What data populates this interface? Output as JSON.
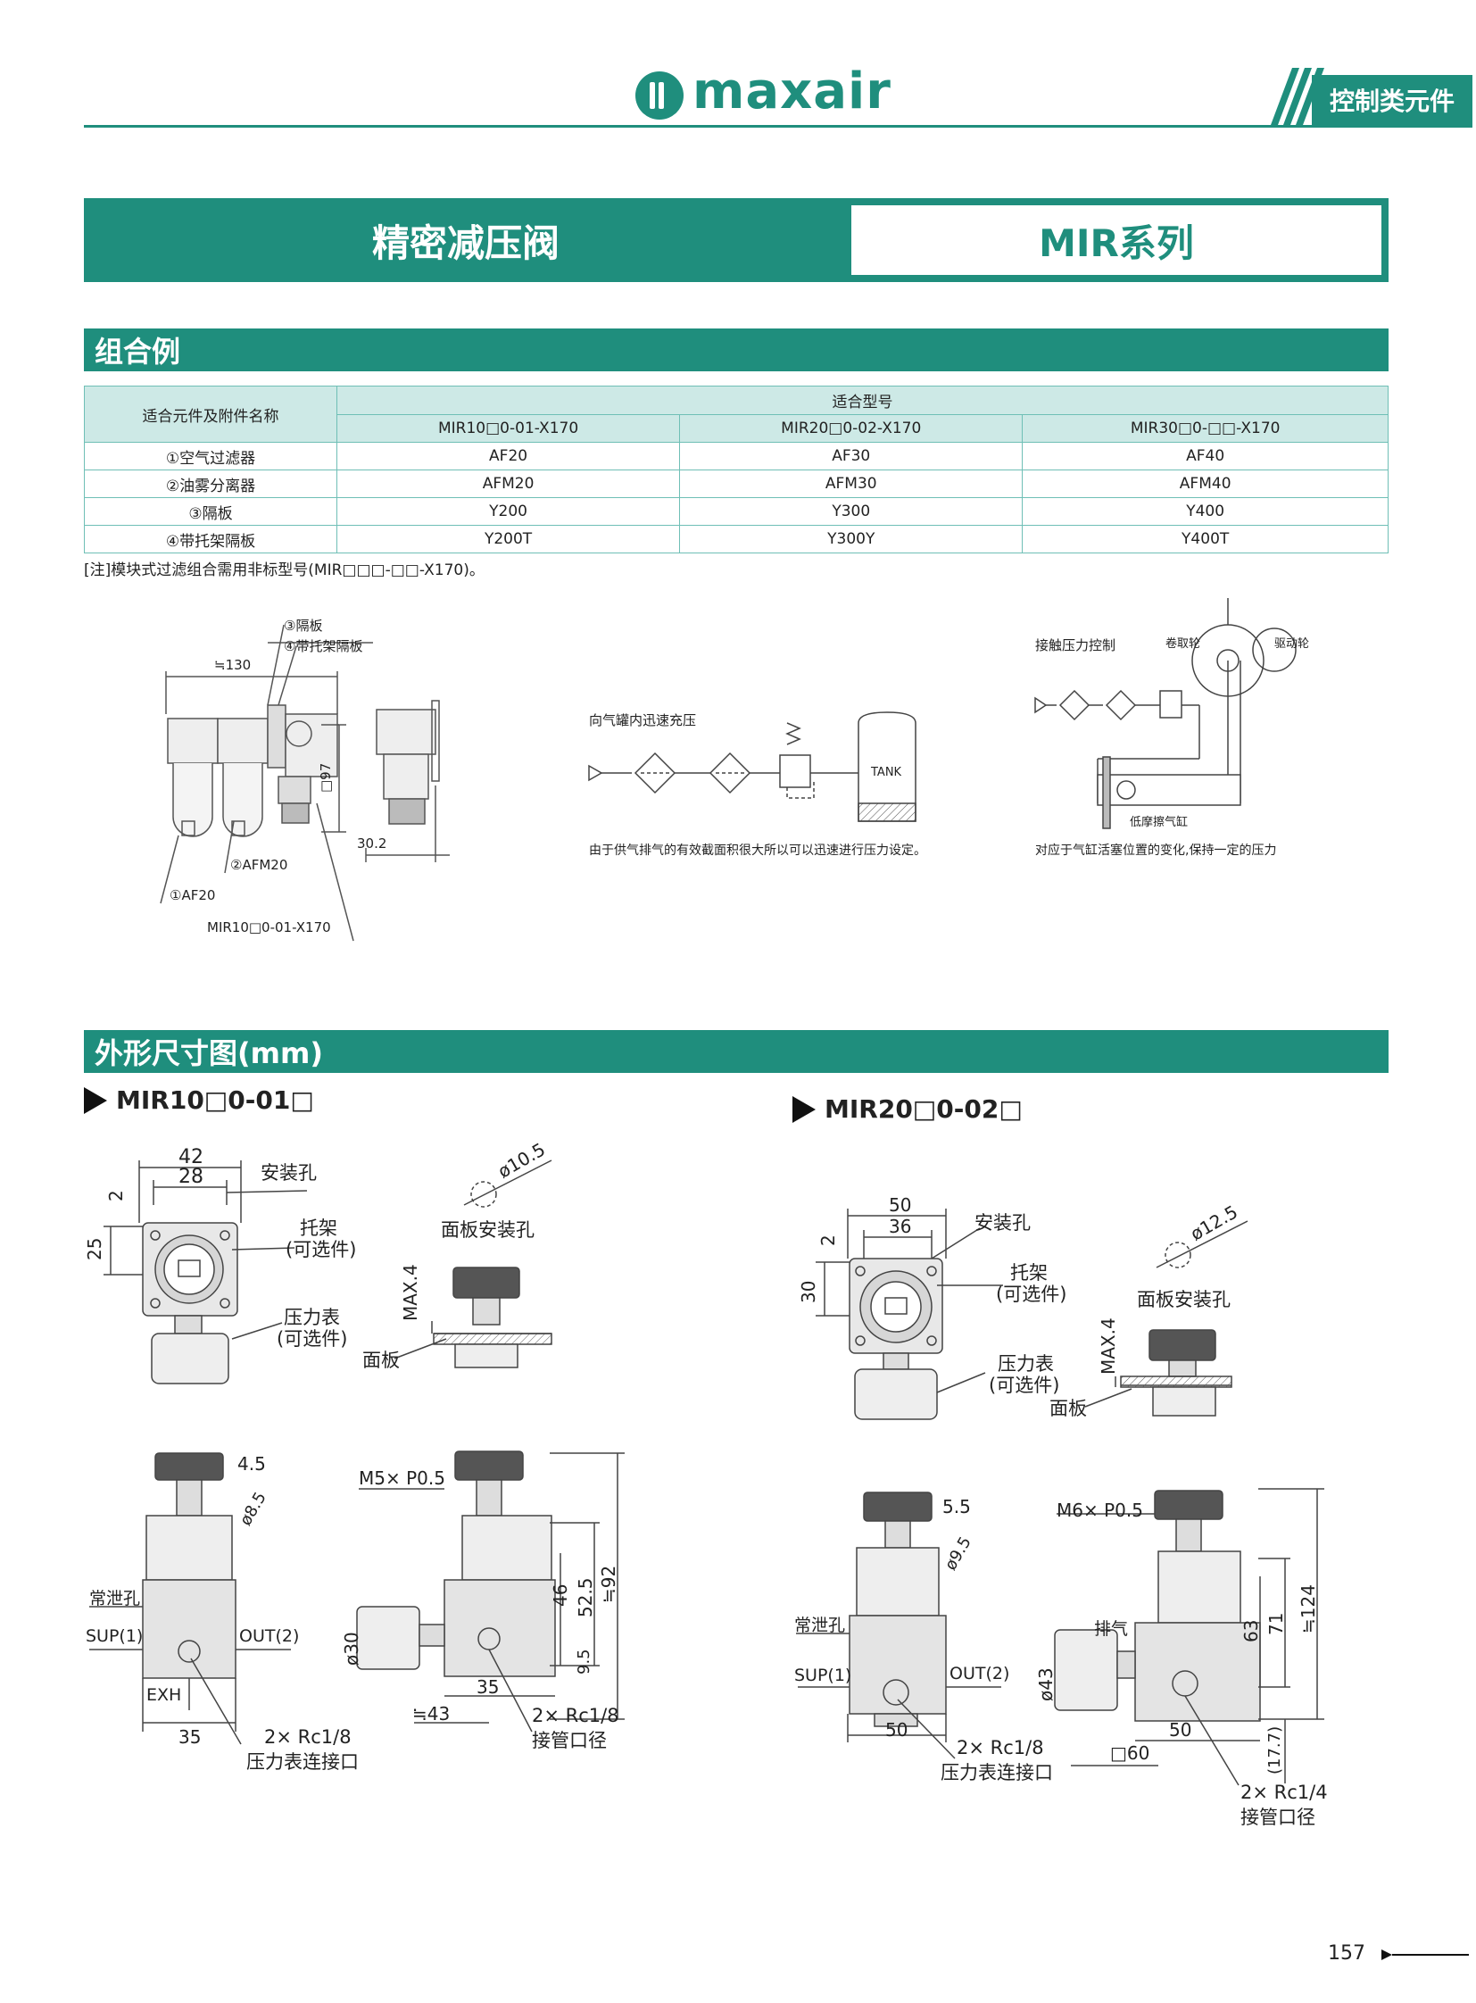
{
  "header": {
    "brand": "maxair",
    "category": "控制类元件"
  },
  "title": {
    "left": "精密减压阀",
    "right": "MIR系列"
  },
  "sections": {
    "combo": "组合例",
    "dims": "外形尺寸图(mm)"
  },
  "combo_table": {
    "name_header": "适合元件及附件名称",
    "model_header": "适合型号",
    "models": [
      "MIR10□0-01-X170",
      "MIR20□0-02-X170",
      "MIR30□0-□□-X170"
    ],
    "rows": [
      {
        "name": "①空气过滤器",
        "values": [
          "AF20",
          "AF30",
          "AF40"
        ]
      },
      {
        "name": "②油雾分离器",
        "values": [
          "AFM20",
          "AFM30",
          "AFM40"
        ]
      },
      {
        "name": "③隔板",
        "values": [
          "Y200",
          "Y300",
          "Y400"
        ]
      },
      {
        "name": "④带托架隔板",
        "values": [
          "Y200T",
          "Y300Y",
          "Y400T"
        ]
      }
    ],
    "note": "[注]模块式过滤组合需用非标型号(MIR□□□-□□-X170)。"
  },
  "example1": {
    "label_spacer": "③隔板",
    "label_bracket_spacer": "④带托架隔板",
    "dim_width": "≒130",
    "dim_height": "□97",
    "dim_depth": "30.2",
    "label_afm": "②AFM20",
    "label_af": "①AF20",
    "label_model": "MIR10□0-01-X170"
  },
  "example2": {
    "title": "向气罐内迅速充压",
    "tank": "TANK",
    "caption": "由于供气排气的有效截面积很大所以可以迅速进行压力设定。"
  },
  "example3": {
    "title": "接触压力控制",
    "roll": "卷取轮",
    "drive": "驱动轮",
    "cyl": "低摩擦气缸",
    "caption": "对应于气缸活塞位置的变化,保持一定的压力"
  },
  "mir10": {
    "heading": "MIR10□0-01□",
    "w_outer": "42",
    "w_inner": "28",
    "offset": "2",
    "h": "25",
    "mount_hole": "安装孔",
    "bracket": "托架",
    "bracket_opt": "(可选件)",
    "gauge": "压力表",
    "gauge_opt": "(可选件)",
    "panel_hole_dia": "ø10.5",
    "panel_hole": "面板安装孔",
    "max": "MAX.4",
    "panel": "面板",
    "d1": "4.5",
    "d2": "ø8.5",
    "bleed": "常泄孔",
    "sup": "SUP(1)",
    "out": "OUT(2)",
    "exh": "EXH",
    "w_bottom": "35",
    "port_gauge": "2× Rc1/8",
    "port_gauge_label": "压力表连接口",
    "thread": "M5× P0.5",
    "h46": "46",
    "h525": "52.5",
    "h92": "≒92",
    "h95": "9.5",
    "dia30": "ø30",
    "w35": "35",
    "w43": "≒43",
    "port_pipe": "2× Rc1/8",
    "port_pipe_label": "接管口径"
  },
  "mir20": {
    "heading": "MIR20□0-02□",
    "w_outer": "50",
    "w_inner": "36",
    "offset": "2",
    "h": "30",
    "mount_hole": "安装孔",
    "bracket": "托架",
    "bracket_opt": "(可选件)",
    "gauge": "压力表",
    "gauge_opt": "(可选件)",
    "panel_hole_dia": "ø12.5",
    "panel_hole": "面板安装孔",
    "max": "MAX.4",
    "panel": "面板",
    "d1": "5.5",
    "d2": "ø9.5",
    "bleed": "常泄孔",
    "sup": "SUP(1)",
    "out": "OUT(2)",
    "w_bottom": "50",
    "port_gauge": "2× Rc1/8",
    "port_gauge_label": "压力表连接口",
    "thread": "M6× P0.5",
    "exhaust": "排气",
    "h63": "63",
    "h71": "71",
    "h124": "≒124",
    "h177": "(17.7)",
    "dia43": "ø43",
    "w60": "□60",
    "w50": "50",
    "port_pipe": "2× Rc1/4",
    "port_pipe_label": "接管口径"
  },
  "page_number": "157"
}
